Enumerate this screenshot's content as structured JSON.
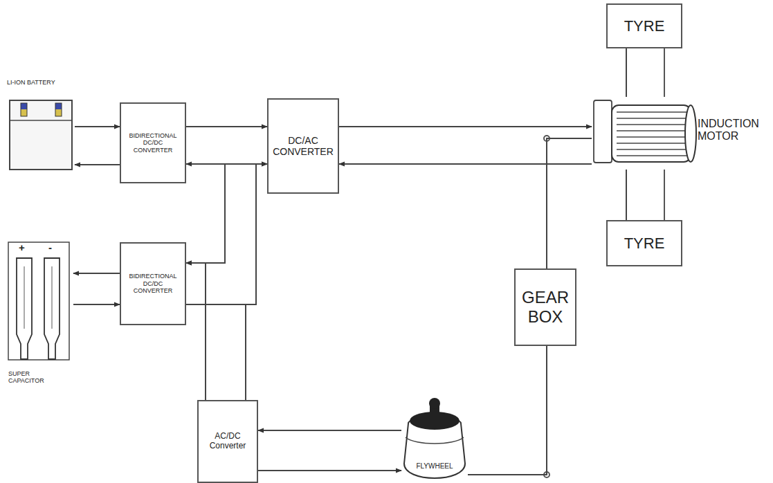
{
  "diagram": {
    "nodes": [
      {
        "text": [
          "LI-ION BATTERY"
        ]
      },
      {
        "text": [
          "BIDIRECTIONAL DC/DC CONVERTER"
        ]
      },
      {
        "text": [
          "DC/AC CONVERTER"
        ]
      },
      {
        "text": [
          "TYRE"
        ]
      },
      {
        "text": [
          "INDUCTION MOTOR"
        ]
      },
      {
        "text": [
          "TYRE"
        ]
      },
      {
        "text": [
          "SUPER CAPACITOR"
        ]
      },
      {
        "text": [
          "BIDIRECTIONAL DC/DC CONVERTER"
        ]
      },
      {
        "text": [
          "GEAR BOX"
        ]
      },
      {
        "text": [
          "AC/DC Converter"
        ]
      },
      {
        "text": [
          "FLYWHEEL"
        ]
      }
    ],
    "edges": [
      {
        "from": 0,
        "to": 1,
        "arrow": "to"
      },
      {
        "from": 1,
        "to": 0,
        "arrow": "to"
      },
      {
        "from": 1,
        "to": 2,
        "arrow": "to"
      },
      {
        "from": 2,
        "to": 1,
        "arrow": "to"
      },
      {
        "from": 2,
        "to": 4,
        "arrow": "to"
      },
      {
        "from": 4,
        "to": 2,
        "arrow": "to"
      },
      {
        "from": 2,
        "to": 7,
        "arrow": "to"
      },
      {
        "from": 7,
        "to": 2,
        "arrow": "to"
      },
      {
        "from": 7,
        "to": 6,
        "arrow": "to"
      },
      {
        "from": 6,
        "to": 7,
        "arrow": "to"
      },
      {
        "from": 9,
        "to": 7,
        "arrow": "to"
      },
      {
        "from": 9,
        "to": 2,
        "arrow": "to"
      },
      {
        "from": 10,
        "to": 9,
        "arrow": "to"
      },
      {
        "from": 9,
        "to": 10,
        "arrow": "to"
      },
      {
        "from": 10,
        "to": 8,
        "arrow": "none"
      },
      {
        "from": 8,
        "to": 4,
        "arrow": "none"
      },
      {
        "from": 3,
        "to": 4,
        "arrow": "none"
      },
      {
        "from": 4,
        "to": 5,
        "arrow": "none"
      }
    ],
    "labels": [
      "+",
      "-"
    ]
  }
}
